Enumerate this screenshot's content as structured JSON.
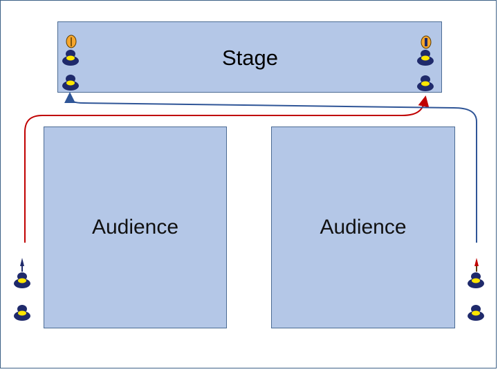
{
  "stage": {
    "label": "Stage"
  },
  "audience_left": {
    "label": "Audience"
  },
  "audience_right": {
    "label": "Audience"
  },
  "colors": {
    "block_fill": "#b4c7e7",
    "block_border": "#4a6a93",
    "red_path": "#c00000",
    "blue_path": "#2f5597",
    "figure_body": "#1f2a6b",
    "figure_accent": "#ffe600",
    "candle_glow": "#f6a72e"
  },
  "icons": {
    "seated_figure": "person-icon",
    "figure_with_candle": "candle-icon",
    "figure_with_flame": "flame-icon"
  }
}
